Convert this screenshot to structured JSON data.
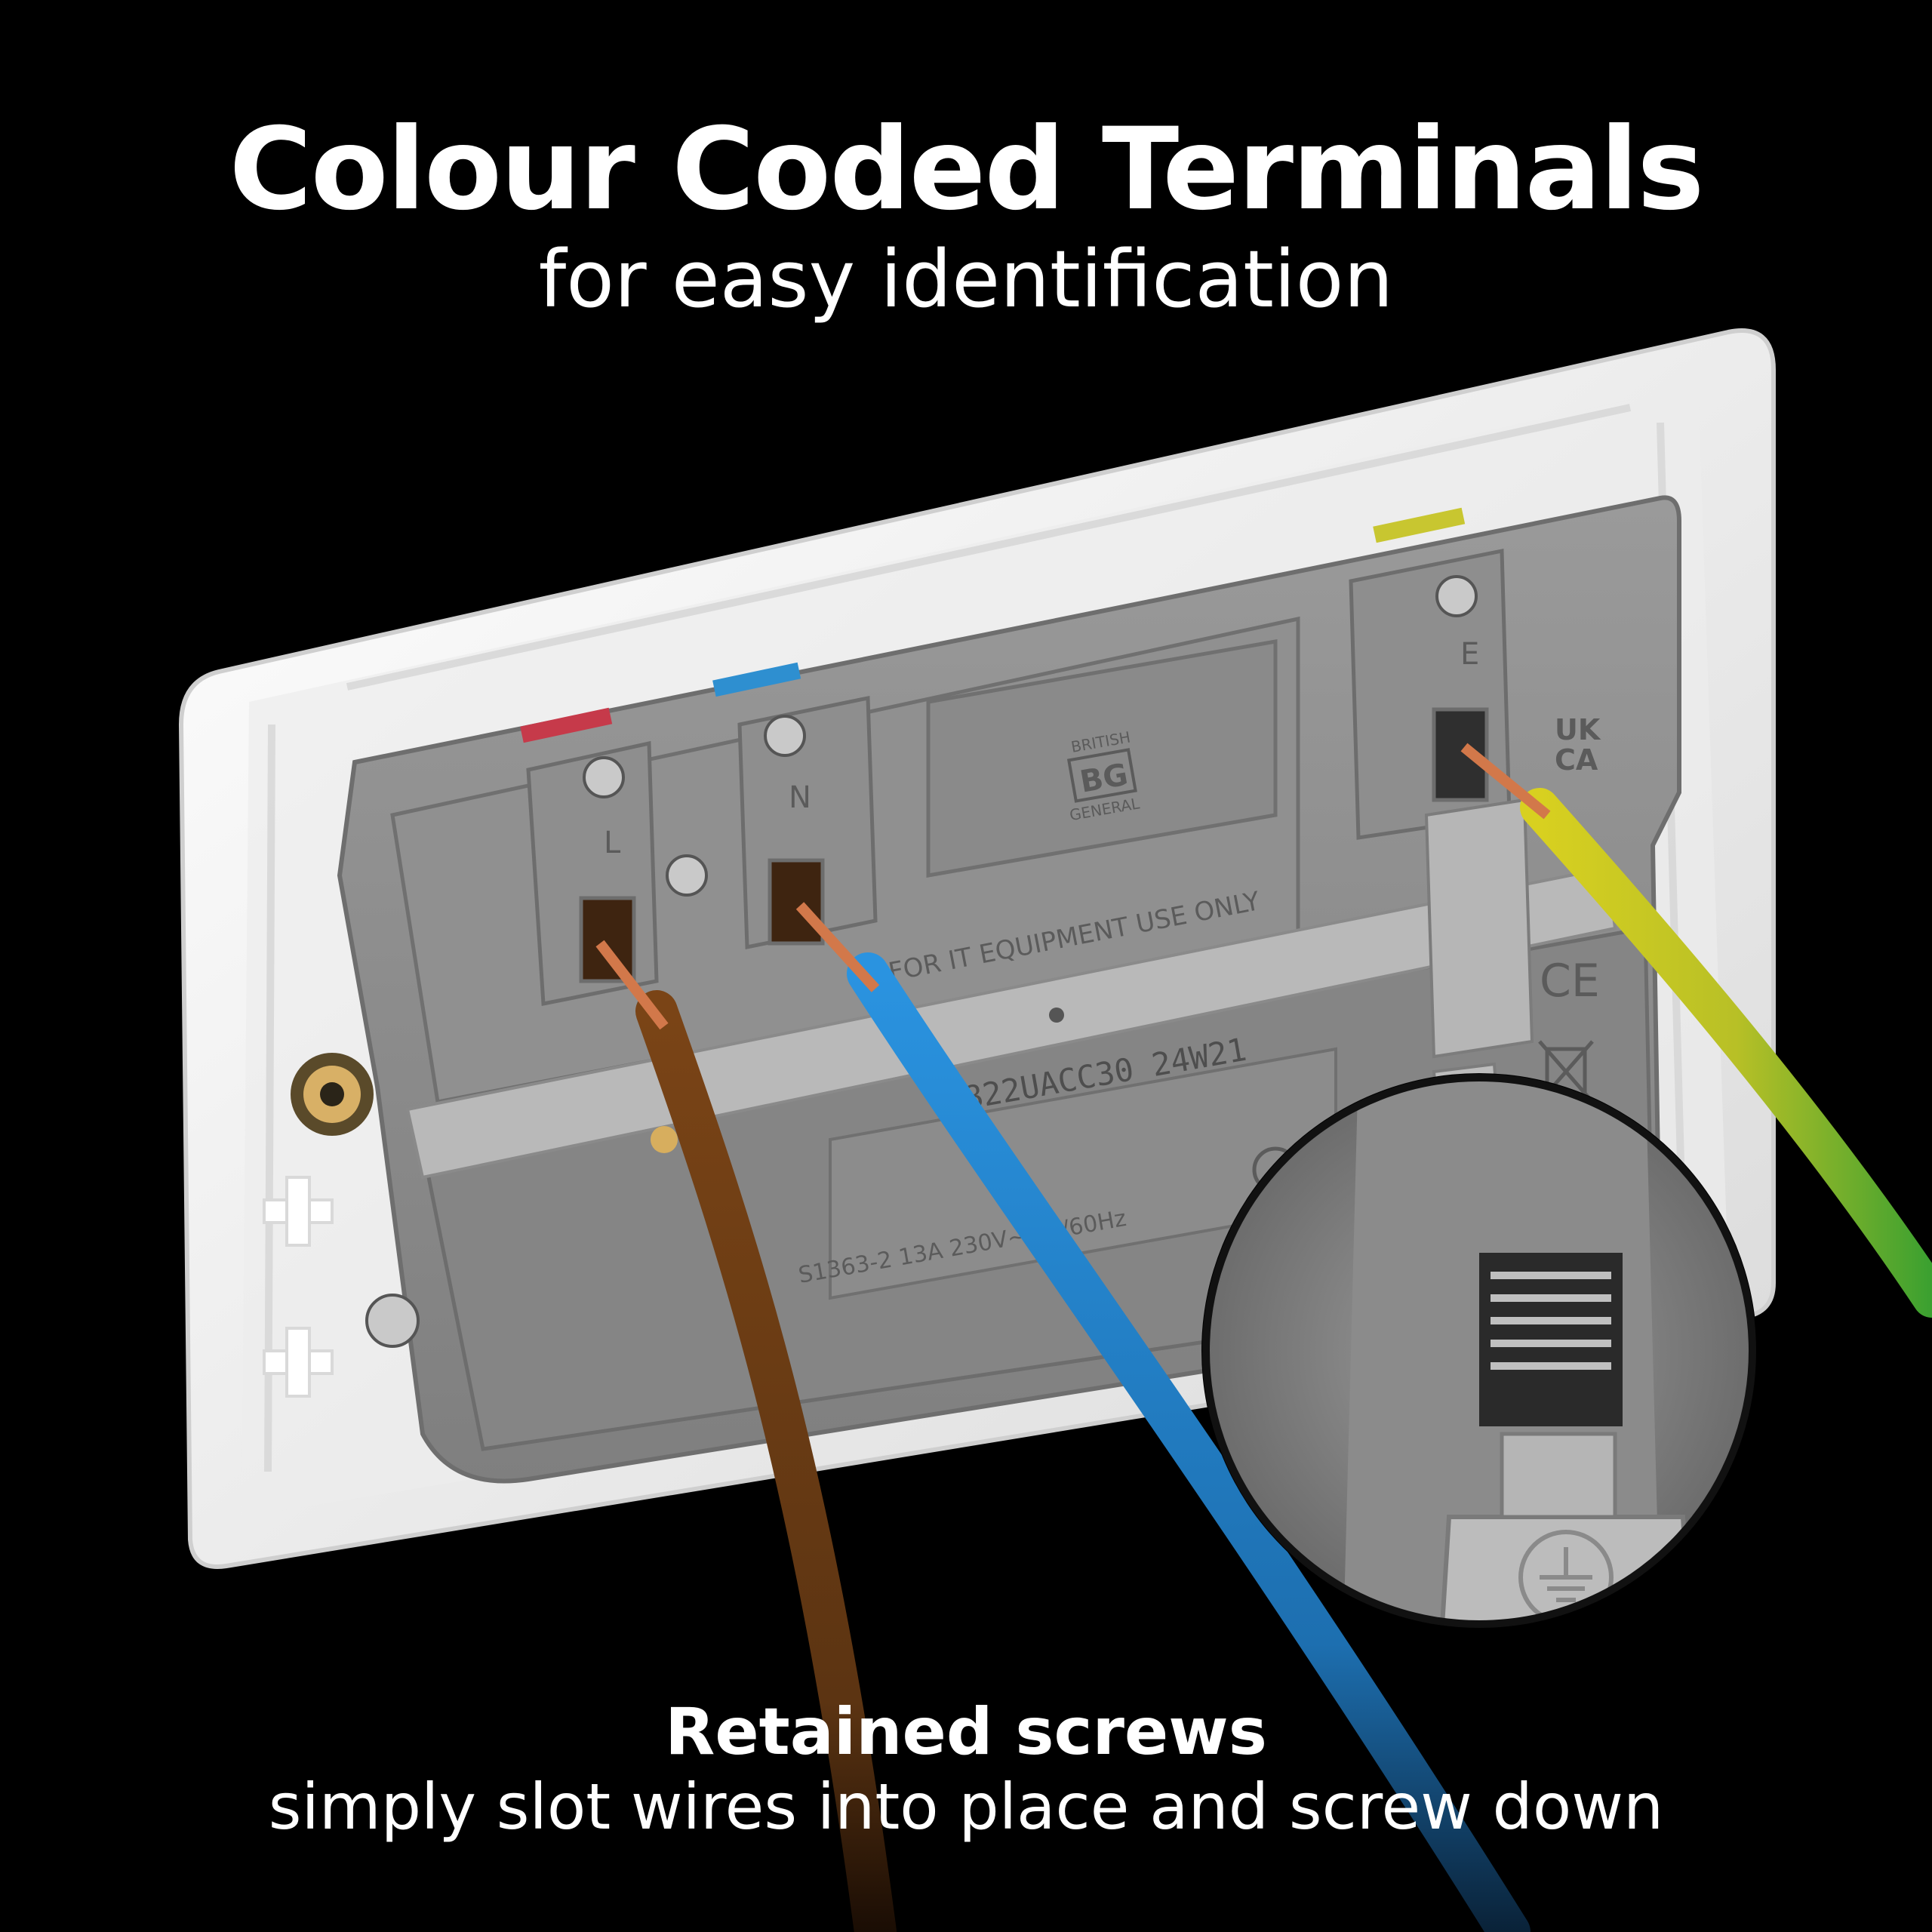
{
  "headline": "Colour Coded Terminals",
  "subheadline": "for easy identification",
  "callout_title": "Retained screws",
  "callout_body": "simply slot wires into place and screw down",
  "product": {
    "brand_line1": "BRITISH",
    "brand_logo": "BG",
    "brand_line2": "GENERAL",
    "label_it_only": "FOR IT EQUIPMENT USE ONLY",
    "model_code": "822UACC30 24W21",
    "rating": "S1363-2  13A  230V~  50/60Hz",
    "terminal_live": "L",
    "terminal_neutral": "N",
    "terminal_earth": "E",
    "ukca_top": "UK",
    "ukca_bottom": "CA",
    "ce_mark": "CE"
  },
  "colors": {
    "background": "#000000",
    "live_marker": "#c63a4a",
    "neutral_marker": "#2e8fd0",
    "earth_marker": "#c8c630",
    "wire_brown": "#7a4416",
    "wire_blue": "#1f86d6",
    "wire_earth_green": "#3aa030",
    "wire_earth_yellow": "#d8d020",
    "socket_body": "#8d8d8d",
    "faceplate": "#f2f2f2"
  },
  "icons": [
    "earth-symbol-icon",
    "weee-bin-icon",
    "recycle-icon"
  ]
}
